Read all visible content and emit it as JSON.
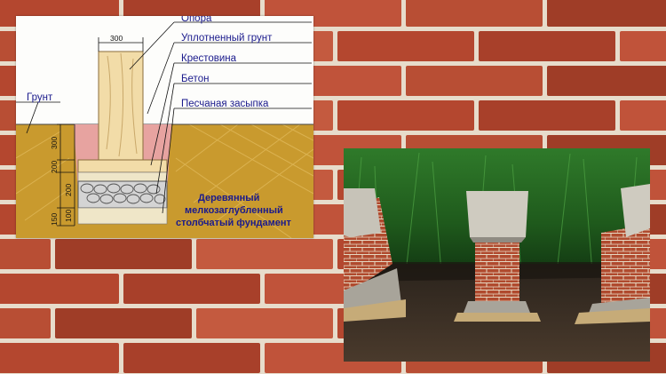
{
  "diagram": {
    "labels": {
      "support": "Опора",
      "compacted_soil": "Уплотненный грунт",
      "crosspiece": "Крестовина",
      "concrete": "Бетон",
      "sand_fill": "Песчаная засыпка",
      "ground": "Грунт"
    },
    "dimensions": {
      "width": "300",
      "d300": "300",
      "d200a": "200",
      "d200b": "200",
      "d150": "150",
      "d100": "100"
    },
    "caption": {
      "line1": "Деревянный",
      "line2": "мелкозаглубленный",
      "line3": "столбчатый фундамент"
    }
  },
  "colors": {
    "brick": "#b4472f",
    "mortar": "#e7dccb",
    "soil": "#c99a2e",
    "wood": "#f2dca8",
    "compacted": "#e7a3a0",
    "label_blue": "#1a1a8c"
  }
}
